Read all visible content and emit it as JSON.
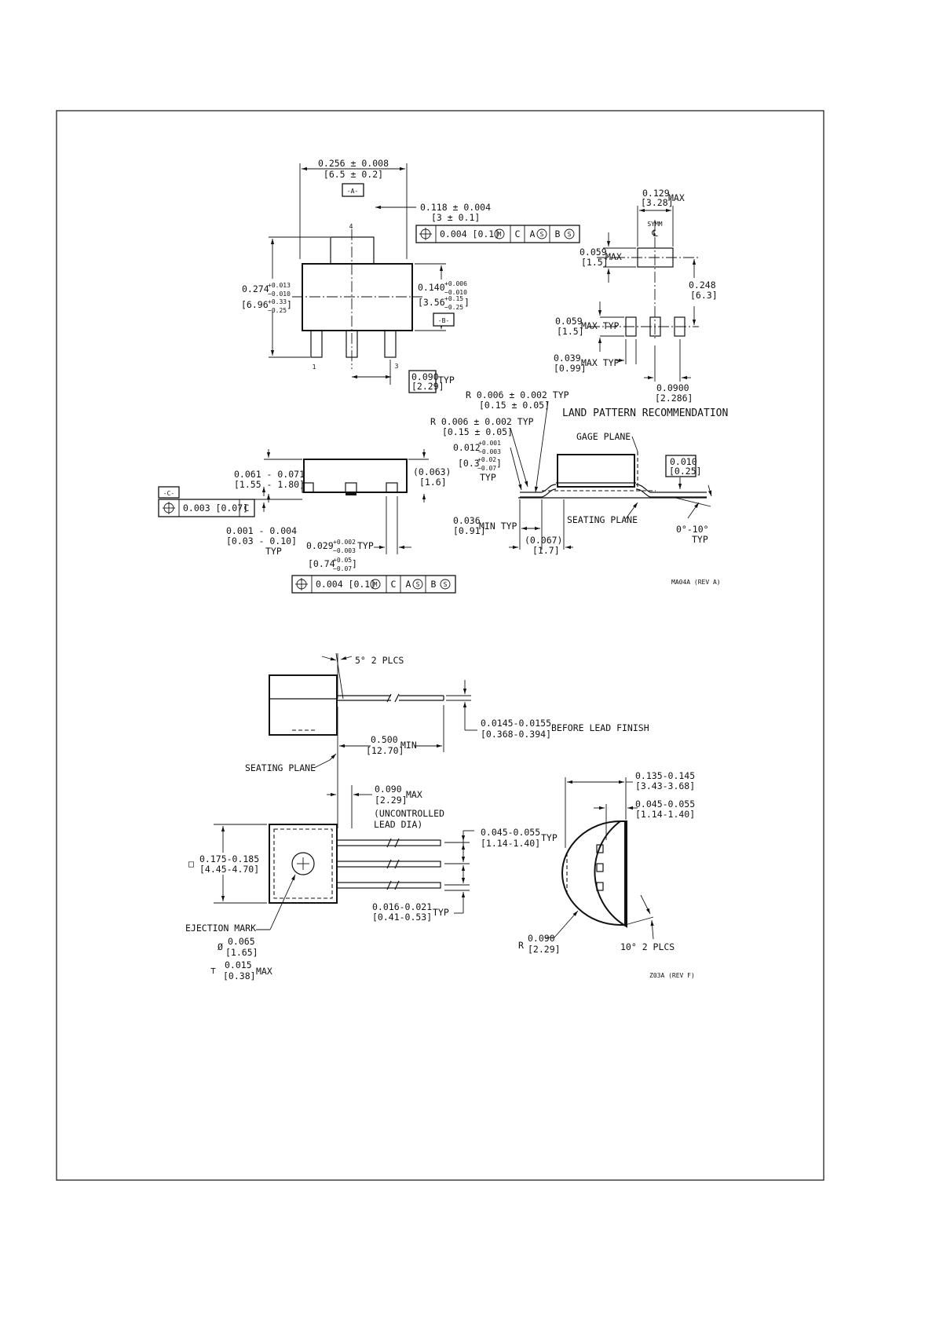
{
  "drawing_1": {
    "pin_labels": [
      "4",
      "1",
      "3"
    ],
    "datums": {
      "a": "-A-",
      "b": "-B-",
      "c": "-C-"
    },
    "top": {
      "width": {
        "main": "0.256 ± 0.008",
        "mm": "[6.5 ± 0.2]"
      },
      "tab_width": {
        "main": "0.118 ± 0.004",
        "mm": "[3 ± 0.1]"
      },
      "height": {
        "main": "0.274",
        "tol_plus": "+0.013",
        "tol_minus": "−0.010",
        "mm": "[6.96",
        "mm_plus": "+0.33",
        "mm_minus": "−0.25",
        "close": "]"
      },
      "body_height": {
        "main": "0.140",
        "tol_plus": "+0.006",
        "tol_minus": "−0.010",
        "mm": "[3.56",
        "mm_plus": "+0.15",
        "mm_minus": "−0.25",
        "close": "]"
      },
      "pitch": {
        "main": "0.090",
        "mm": "[2.29]",
        "suffix": "TYP"
      }
    },
    "fcf_top": [
      "0.004 [0.1]",
      "M",
      "C",
      "A",
      "S",
      "B",
      "S"
    ],
    "fcf_bottom": [
      "0.004 [0.1]",
      "M",
      "C",
      "A",
      "S",
      "B",
      "S"
    ],
    "fcf_c": [
      "0.003 [0.07]",
      "C"
    ],
    "side": {
      "height": {
        "main": "0.061 - 0.071",
        "mm": "[1.55 - 1.80]"
      },
      "ref_height": {
        "main": "(0.063)",
        "mm": "[1.6]"
      },
      "standoff": {
        "main": "0.001 - 0.004",
        "mm": "[0.03 - 0.10]",
        "suffix": "TYP"
      },
      "lead_width": {
        "main": "0.029",
        "tol_plus": "+0.002",
        "tol_minus": "−0.003",
        "suffix": "TYP",
        "mm": "[0.74",
        "mm_plus": "+0.05",
        "mm_minus": "−0.07",
        "close": "]"
      }
    },
    "land": {
      "width": {
        "main": "0.129",
        "mm": "[3.28]",
        "suffix": "MAX"
      },
      "symm": "SYMM",
      "cl": "℄",
      "tab_h": {
        "main": "0.059",
        "mm": "[1.5]",
        "suffix": "MAX"
      },
      "span": {
        "main": "0.248",
        "mm": "[6.3]"
      },
      "pad_h": {
        "main": "0.059",
        "mm": "[1.5]",
        "suffix": "MAX TYP"
      },
      "pad_w": {
        "main": "0.039",
        "mm": "[0.99]",
        "suffix": "MAX TYP"
      },
      "pitch": {
        "main": "0.0900",
        "mm": "[2.286]"
      },
      "title": "LAND PATTERN RECOMMENDATION"
    },
    "detail": {
      "r1": {
        "main": "R 0.006 ± 0.002 TYP",
        "mm": "[0.15 ± 0.05]"
      },
      "r2": {
        "main": "R 0.006 ± 0.002 TYP",
        "mm": "[0.15 ± 0.05]"
      },
      "thk": {
        "main": "0.012",
        "tol_plus": "+0.001",
        "tol_minus": "−0.003",
        "mm": "[0.3",
        "mm_plus": "+0.02",
        "mm_minus": "−0.07",
        "close": "]",
        "suffix": "TYP"
      },
      "gage": "GAGE PLANE",
      "gage_dim": {
        "main": "0.010",
        "mm": "[0.25]"
      },
      "foot": {
        "main": "0.036",
        "mm": "[0.91]",
        "suffix": "MIN TYP"
      },
      "ref": {
        "main": "(0.067)",
        "mm": "[1.7]"
      },
      "seating": "SEATING PLANE",
      "angle": {
        "main": "0°-10°",
        "suffix": "TYP"
      }
    },
    "rev": "MA04A (REV A)"
  },
  "drawing_2": {
    "angle": "5° 2 PLCS",
    "lead_thk": {
      "main": "0.0145-0.0155",
      "mm": "[0.368-0.394]",
      "suffix": "BEFORE LEAD FINISH"
    },
    "lead_len": {
      "main": "0.500",
      "mm": "[12.70]",
      "suffix": "MIN"
    },
    "seating": "SEATING PLANE",
    "uncontrolled": {
      "main": "0.090",
      "mm": "[2.29]",
      "suffix": "MAX",
      "note1": "(UNCONTROLLED",
      "note2": "LEAD DIA)"
    },
    "body": {
      "main": "0.175-0.185",
      "mm": "[4.45-4.70]",
      "sym": "□"
    },
    "ejection": "EJECTION MARK",
    "eject_dia": {
      "sym": "Ø",
      "main": "0.065",
      "mm": "[1.65]"
    },
    "eject_depth": {
      "sym": "⊤",
      "main": "0.015",
      "mm": "[0.38]",
      "suffix": "MAX"
    },
    "lead_pitch": {
      "main": "0.045-0.055",
      "mm": "[1.14-1.40]",
      "suffix": "TYP"
    },
    "lead_w": {
      "main": "0.016-0.021",
      "mm": "[0.41-0.53]",
      "suffix": "TYP"
    },
    "outline_w": {
      "main": "0.135-0.145",
      "mm": "[3.43-3.68]"
    },
    "flat": {
      "main": "0.045-0.055",
      "mm": "[1.14-1.40]"
    },
    "radius": {
      "sym": "R",
      "main": "0.090",
      "mm": "[2.29]"
    },
    "angle2": "10° 2 PLCS",
    "rev": "Z03A (REV F)"
  }
}
